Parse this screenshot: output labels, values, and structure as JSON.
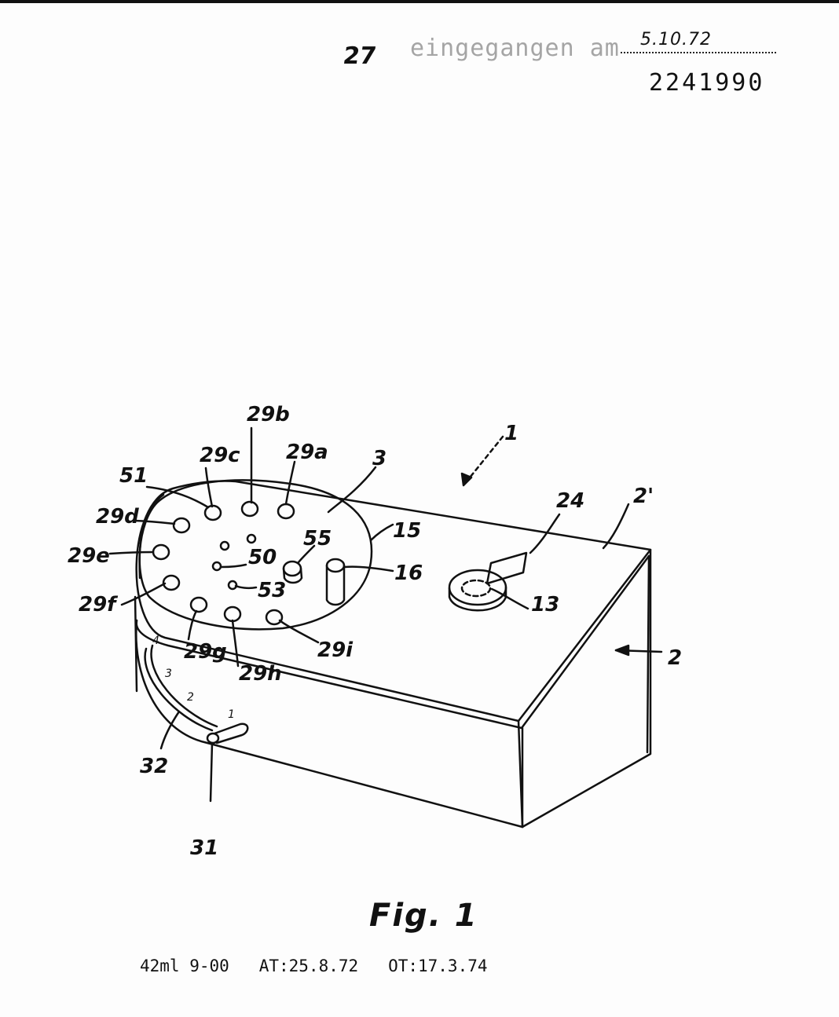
{
  "header": {
    "sheet_number": "27",
    "stamp_text": "eingegangen am",
    "stamp_date": "5.10.72",
    "document_number": "2241990"
  },
  "figure": {
    "title": "Fig. 1",
    "reference_numerals": {
      "device": "1",
      "housing": "2",
      "housing_top": "2'",
      "dial_plate": "3",
      "knob": "13",
      "plate_rim": "15",
      "post": "16",
      "window": "24",
      "hole_a": "29a",
      "hole_b": "29b",
      "hole_c": "29c",
      "hole_d": "29d",
      "hole_e": "29e",
      "hole_f": "29f",
      "hole_g": "29g",
      "hole_h": "29h",
      "hole_i": "29i",
      "pin": "31",
      "slot": "32",
      "inner_hole_50": "50",
      "edge_51": "51",
      "inner_hole_53": "53",
      "cap_55": "55"
    },
    "slot_scale": [
      "1",
      "2",
      "3",
      "4"
    ]
  },
  "footer": {
    "text": "42ml 9-00   AT:25.8.72   OT:17.3.74"
  }
}
